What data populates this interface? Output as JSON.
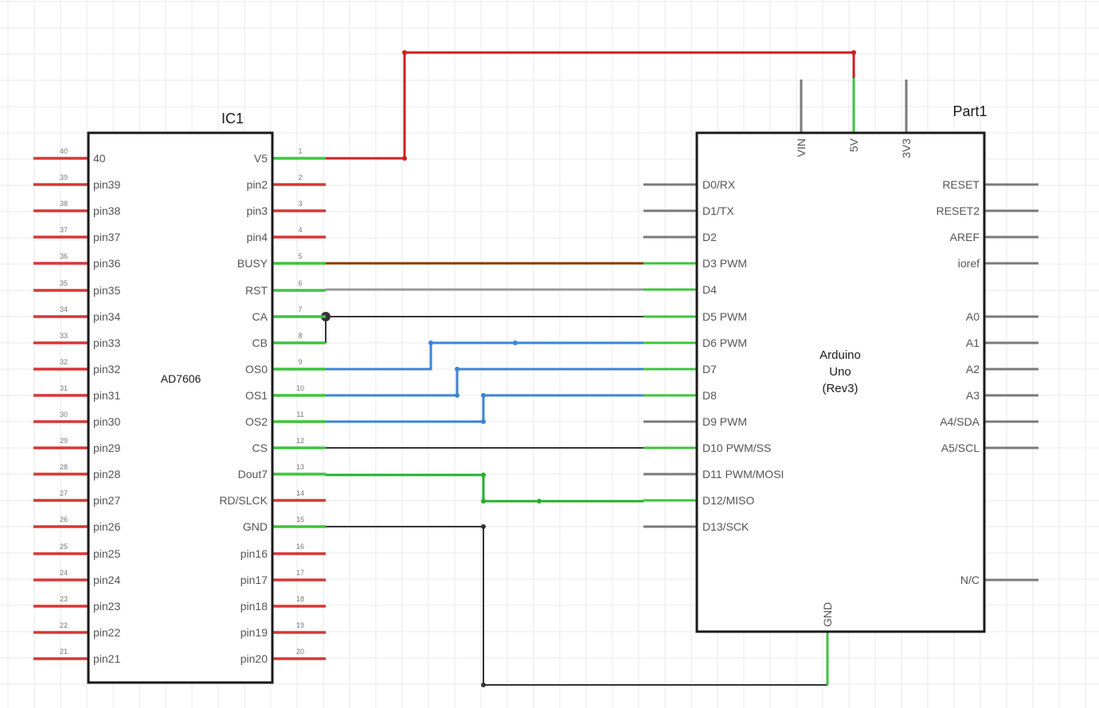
{
  "ic1": {
    "title": "IC1",
    "name": "AD7606",
    "left_pins": [
      {
        "num": "40",
        "label": "40"
      },
      {
        "num": "39",
        "label": "pin39"
      },
      {
        "num": "38",
        "label": "pin38"
      },
      {
        "num": "37",
        "label": "pin37"
      },
      {
        "num": "36",
        "label": "pin36"
      },
      {
        "num": "35",
        "label": "pin35"
      },
      {
        "num": "34",
        "label": "pin34"
      },
      {
        "num": "33",
        "label": "pin33"
      },
      {
        "num": "32",
        "label": "pin32"
      },
      {
        "num": "31",
        "label": "pin31"
      },
      {
        "num": "30",
        "label": "pin30"
      },
      {
        "num": "29",
        "label": "pin29"
      },
      {
        "num": "28",
        "label": "pin28"
      },
      {
        "num": "27",
        "label": "pin27"
      },
      {
        "num": "26",
        "label": "pin26"
      },
      {
        "num": "25",
        "label": "pin25"
      },
      {
        "num": "24",
        "label": "pin24"
      },
      {
        "num": "23",
        "label": "pin23"
      },
      {
        "num": "22",
        "label": "pin22"
      },
      {
        "num": "21",
        "label": "pin21"
      }
    ],
    "right_pins": [
      {
        "num": "1",
        "label": "V5",
        "connected": true
      },
      {
        "num": "2",
        "label": "pin2",
        "connected": false
      },
      {
        "num": "3",
        "label": "pin3",
        "connected": false
      },
      {
        "num": "4",
        "label": "pin4",
        "connected": false
      },
      {
        "num": "5",
        "label": "BUSY",
        "connected": true
      },
      {
        "num": "6",
        "label": "RST",
        "connected": true
      },
      {
        "num": "7",
        "label": "CA",
        "connected": true
      },
      {
        "num": "8",
        "label": "CB",
        "connected": true
      },
      {
        "num": "9",
        "label": "OS0",
        "connected": true
      },
      {
        "num": "10",
        "label": "OS1",
        "connected": true
      },
      {
        "num": "11",
        "label": "OS2",
        "connected": true
      },
      {
        "num": "12",
        "label": "CS",
        "connected": true
      },
      {
        "num": "13",
        "label": "Dout7",
        "connected": true
      },
      {
        "num": "14",
        "label": "RD/SLCK",
        "connected": false
      },
      {
        "num": "15",
        "label": "GND",
        "connected": true
      },
      {
        "num": "16",
        "label": "pin16",
        "connected": false
      },
      {
        "num": "17",
        "label": "pin17",
        "connected": false
      },
      {
        "num": "18",
        "label": "pin18",
        "connected": false
      },
      {
        "num": "19",
        "label": "pin19",
        "connected": false
      },
      {
        "num": "20",
        "label": "pin20",
        "connected": false
      }
    ]
  },
  "part1": {
    "title": "Part1",
    "center_lines": [
      "Arduino",
      "Uno",
      "(Rev3)"
    ],
    "top_pins": [
      {
        "label": "VIN",
        "connected": false
      },
      {
        "label": "5V",
        "connected": true
      },
      {
        "label": "3V3",
        "connected": false
      }
    ],
    "bottom_pins": [
      {
        "label": "GND",
        "connected": true
      }
    ],
    "left_pins": [
      {
        "label": "D0/RX",
        "connected": false
      },
      {
        "label": "D1/TX",
        "connected": false
      },
      {
        "label": "D2",
        "connected": false
      },
      {
        "label": "D3 PWM",
        "connected": true
      },
      {
        "label": "D4",
        "connected": true
      },
      {
        "label": "D5 PWM",
        "connected": true
      },
      {
        "label": "D6 PWM",
        "connected": true
      },
      {
        "label": "D7",
        "connected": true
      },
      {
        "label": "D8",
        "connected": true
      },
      {
        "label": "D9 PWM",
        "connected": false
      },
      {
        "label": "D10 PWM/SS",
        "connected": true
      },
      {
        "label": "D11 PWM/MOSI",
        "connected": false
      },
      {
        "label": "D12/MISO",
        "connected": true
      },
      {
        "label": "D13/SCK",
        "connected": false
      }
    ],
    "right_pins": [
      {
        "label": "RESET",
        "slot": 0
      },
      {
        "label": "RESET2",
        "slot": 1
      },
      {
        "label": "AREF",
        "slot": 2
      },
      {
        "label": "ioref",
        "slot": 3
      },
      {
        "label": "A0",
        "slot": 5
      },
      {
        "label": "A1",
        "slot": 6
      },
      {
        "label": "A2",
        "slot": 7
      },
      {
        "label": "A3",
        "slot": 8
      },
      {
        "label": "A4/SDA",
        "slot": 9
      },
      {
        "label": "A5/SCL",
        "slot": 10
      },
      {
        "label": "N/C",
        "slot": 15
      }
    ]
  },
  "wires": [
    {
      "name": "wire-5v",
      "from": "IC1 V5",
      "to": "Part1 5V",
      "color": "#cc1f1f"
    },
    {
      "name": "wire-busy",
      "from": "IC1 BUSY",
      "to": "Part1 D3 PWM",
      "color": "#8a3a00"
    },
    {
      "name": "wire-rst",
      "from": "IC1 RST",
      "to": "Part1 D4",
      "color": "#9a9a9a"
    },
    {
      "name": "wire-ca-cb",
      "from": "IC1 CA / CB",
      "to": "Part1 D5 PWM",
      "color": "#333333"
    },
    {
      "name": "wire-os0",
      "from": "IC1 OS0",
      "to": "Part1 D6 PWM",
      "color": "#3a85d6"
    },
    {
      "name": "wire-os1",
      "from": "IC1 OS1",
      "to": "Part1 D7",
      "color": "#3a85d6"
    },
    {
      "name": "wire-os2",
      "from": "IC1 OS2",
      "to": "Part1 D8",
      "color": "#3a85d6"
    },
    {
      "name": "wire-cs",
      "from": "IC1 CS",
      "to": "Part1 D10 PWM/SS",
      "color": "#333333"
    },
    {
      "name": "wire-dout7",
      "from": "IC1 Dout7",
      "to": "Part1 D12/MISO",
      "color": "#22b02a"
    },
    {
      "name": "wire-gnd",
      "from": "IC1 GND",
      "to": "Part1 GND",
      "color": "#333333"
    }
  ],
  "colors": {
    "unconnected_ic_pin": "#d93636",
    "unconnected_arduino_pin": "#7a7a7a",
    "connected_pin": "#3ec43e"
  }
}
